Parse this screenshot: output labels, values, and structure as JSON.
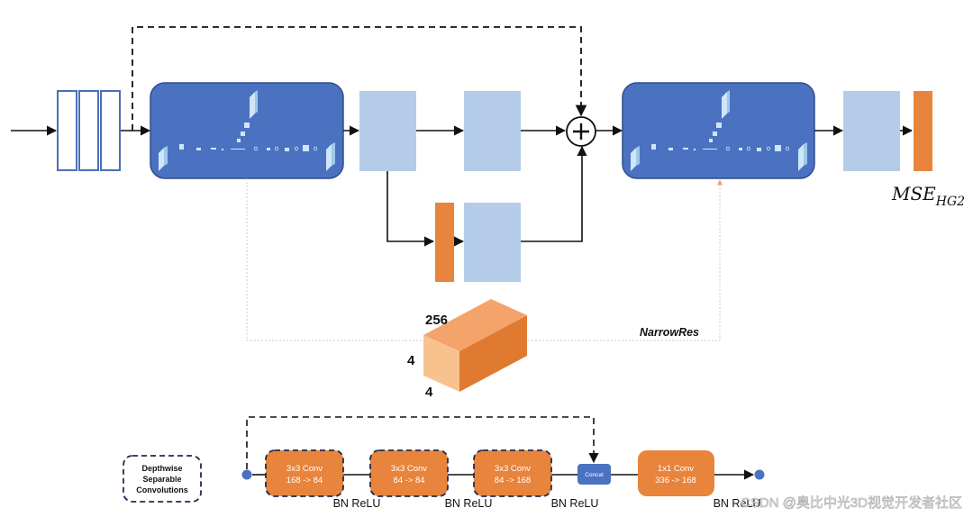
{
  "top": {
    "output_label": {
      "base": "MSE",
      "sub": "HG2"
    },
    "module_label": "NarrowRes",
    "tensor_dims": {
      "depth": "256",
      "height": "4",
      "width": "4"
    }
  },
  "bottom": {
    "legend": {
      "line1": "Depthwise",
      "line2": "Separable",
      "line3": "Convolutions"
    },
    "blocks": [
      {
        "line1": "3x3 Conv",
        "line2": "168 -> 84"
      },
      {
        "line1": "3x3 Conv",
        "line2": "84 -> 84"
      },
      {
        "line1": "3x3 Conv",
        "line2": "84 -> 168"
      },
      {
        "line1": "1x1 Conv",
        "line2": "336 -> 168"
      }
    ],
    "concat_label": "Concat",
    "bn_labels": [
      "BN ReLU",
      "BN ReLU",
      "BN ReLU",
      "BN ReLU"
    ]
  },
  "watermark": "CSDN @奥比中光3D视觉开发者社区",
  "colors": {
    "dark_blue": "#4b72c0",
    "light_blue": "#b4cce8",
    "orange": "#e8843c",
    "orange_light": "#f7b884",
    "outline_blue": "#4a6fb5",
    "navy_dash": "#1f2d4f"
  }
}
